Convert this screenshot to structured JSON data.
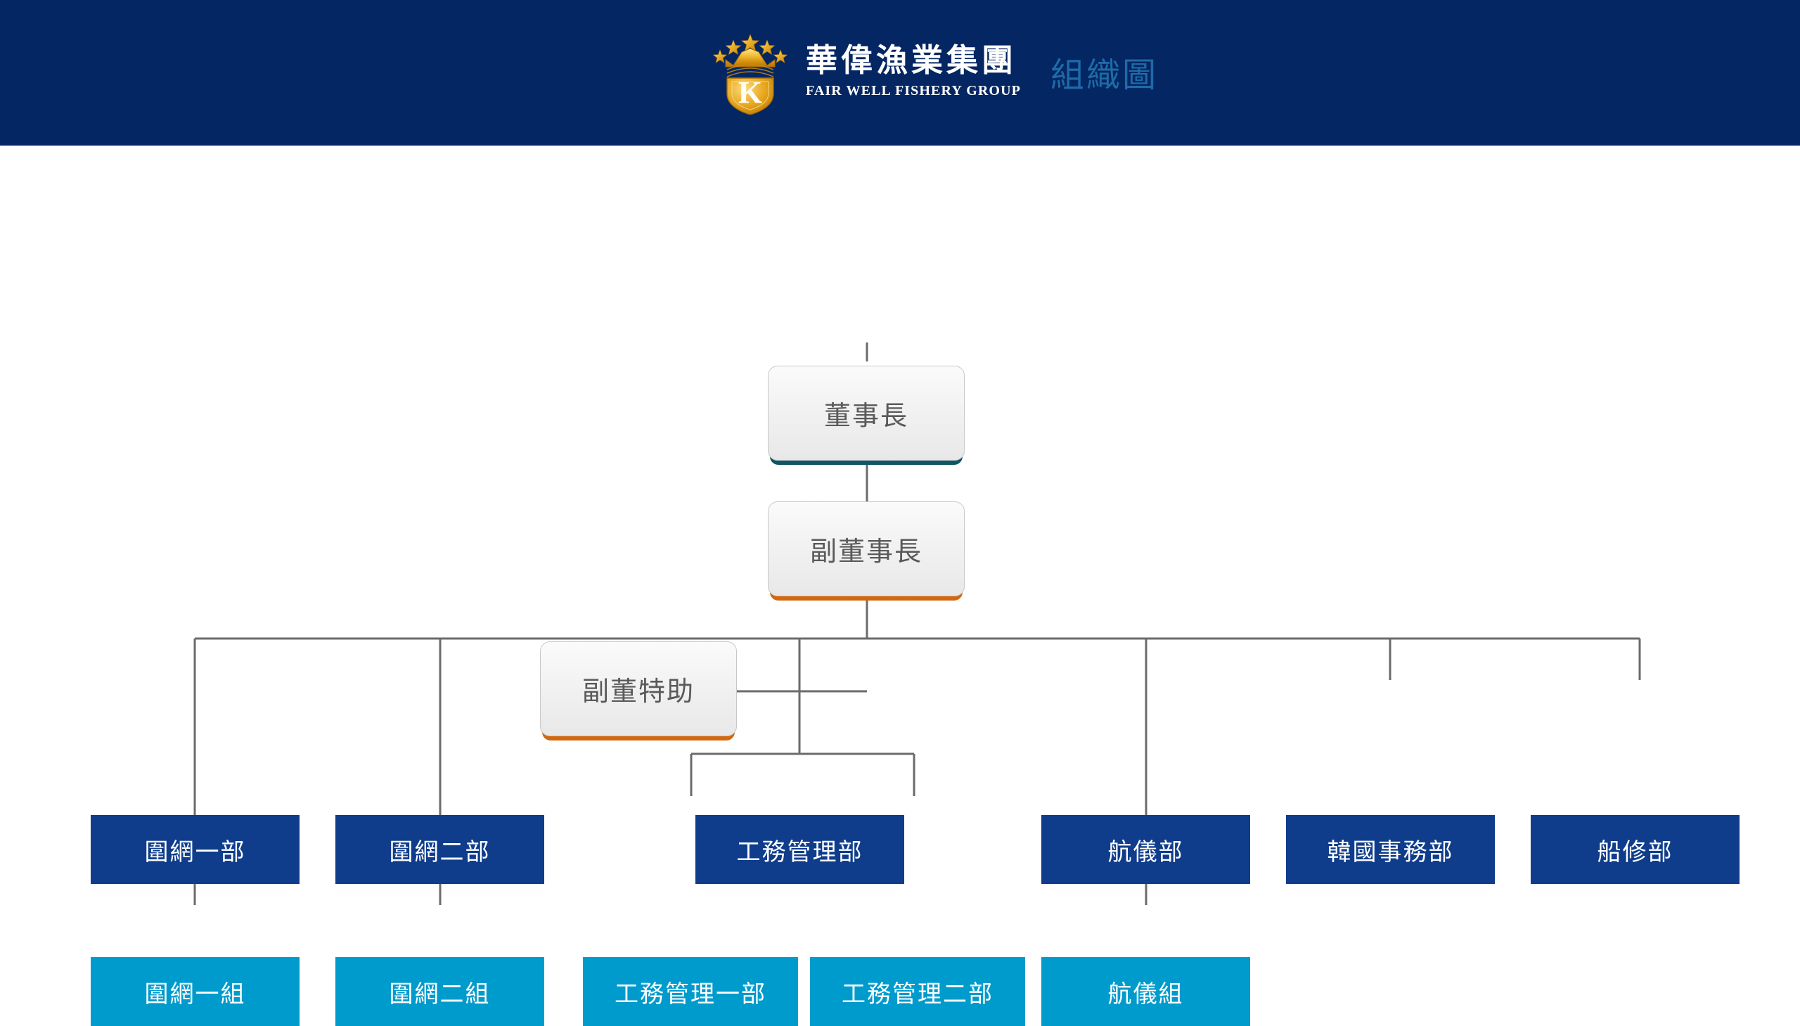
{
  "header": {
    "background_color": "#042663",
    "company_name_cn": "華偉漁業集團",
    "company_name_en": "FAIR WELL FISHERY GROUP",
    "page_title": "組織圖",
    "page_title_color": "#1e6ba8",
    "logo": {
      "name": "fair-well-fishery-crest-logo",
      "monogram": "K",
      "star_count": 5,
      "gold_color": "#f0b42a"
    }
  },
  "chart_data": {
    "type": "diagram",
    "title": "組織圖",
    "colors": {
      "executive_fill": "#f2f2f2",
      "executive_text": "#5a5a5a",
      "chairman_accent": "#0e5566",
      "vice_accent": "#d2670f",
      "department": "#0f3d8c",
      "team": "#009bcd",
      "connector": "#6b6b6b"
    },
    "nodes": [
      {
        "id": "chairman",
        "label": "董事長",
        "level": "executive",
        "accent": "#0e5566"
      },
      {
        "id": "vice",
        "label": "副董事長",
        "level": "executive",
        "accent": "#d2670f"
      },
      {
        "id": "assistant",
        "label": "副董特助",
        "level": "executive",
        "accent": "#d2670f"
      },
      {
        "id": "seine1",
        "label": "圍網一部",
        "level": "department"
      },
      {
        "id": "seine2",
        "label": "圍網二部",
        "level": "department"
      },
      {
        "id": "eng",
        "label": "工務管理部",
        "level": "department"
      },
      {
        "id": "nav",
        "label": "航儀部",
        "level": "department"
      },
      {
        "id": "korea",
        "label": "韓國事務部",
        "level": "department"
      },
      {
        "id": "repair",
        "label": "船修部",
        "level": "department"
      },
      {
        "id": "seine1team",
        "label": "圍網一組",
        "level": "team"
      },
      {
        "id": "seine2team",
        "label": "圍網二組",
        "level": "team"
      },
      {
        "id": "eng1",
        "label": "工務管理一部",
        "level": "team"
      },
      {
        "id": "eng2",
        "label": "工務管理二部",
        "level": "team"
      },
      {
        "id": "navteam",
        "label": "航儀組",
        "level": "team"
      }
    ],
    "edges": [
      {
        "from": "chairman",
        "to": "vice"
      },
      {
        "from": "vice",
        "to": "assistant",
        "style": "staff"
      },
      {
        "from": "vice",
        "to": "seine1"
      },
      {
        "from": "vice",
        "to": "seine2"
      },
      {
        "from": "vice",
        "to": "eng"
      },
      {
        "from": "vice",
        "to": "nav"
      },
      {
        "from": "vice",
        "to": "korea"
      },
      {
        "from": "vice",
        "to": "repair"
      },
      {
        "from": "seine1",
        "to": "seine1team"
      },
      {
        "from": "seine2",
        "to": "seine2team"
      },
      {
        "from": "eng",
        "to": "eng1"
      },
      {
        "from": "eng",
        "to": "eng2"
      },
      {
        "from": "nav",
        "to": "navteam"
      }
    ]
  }
}
